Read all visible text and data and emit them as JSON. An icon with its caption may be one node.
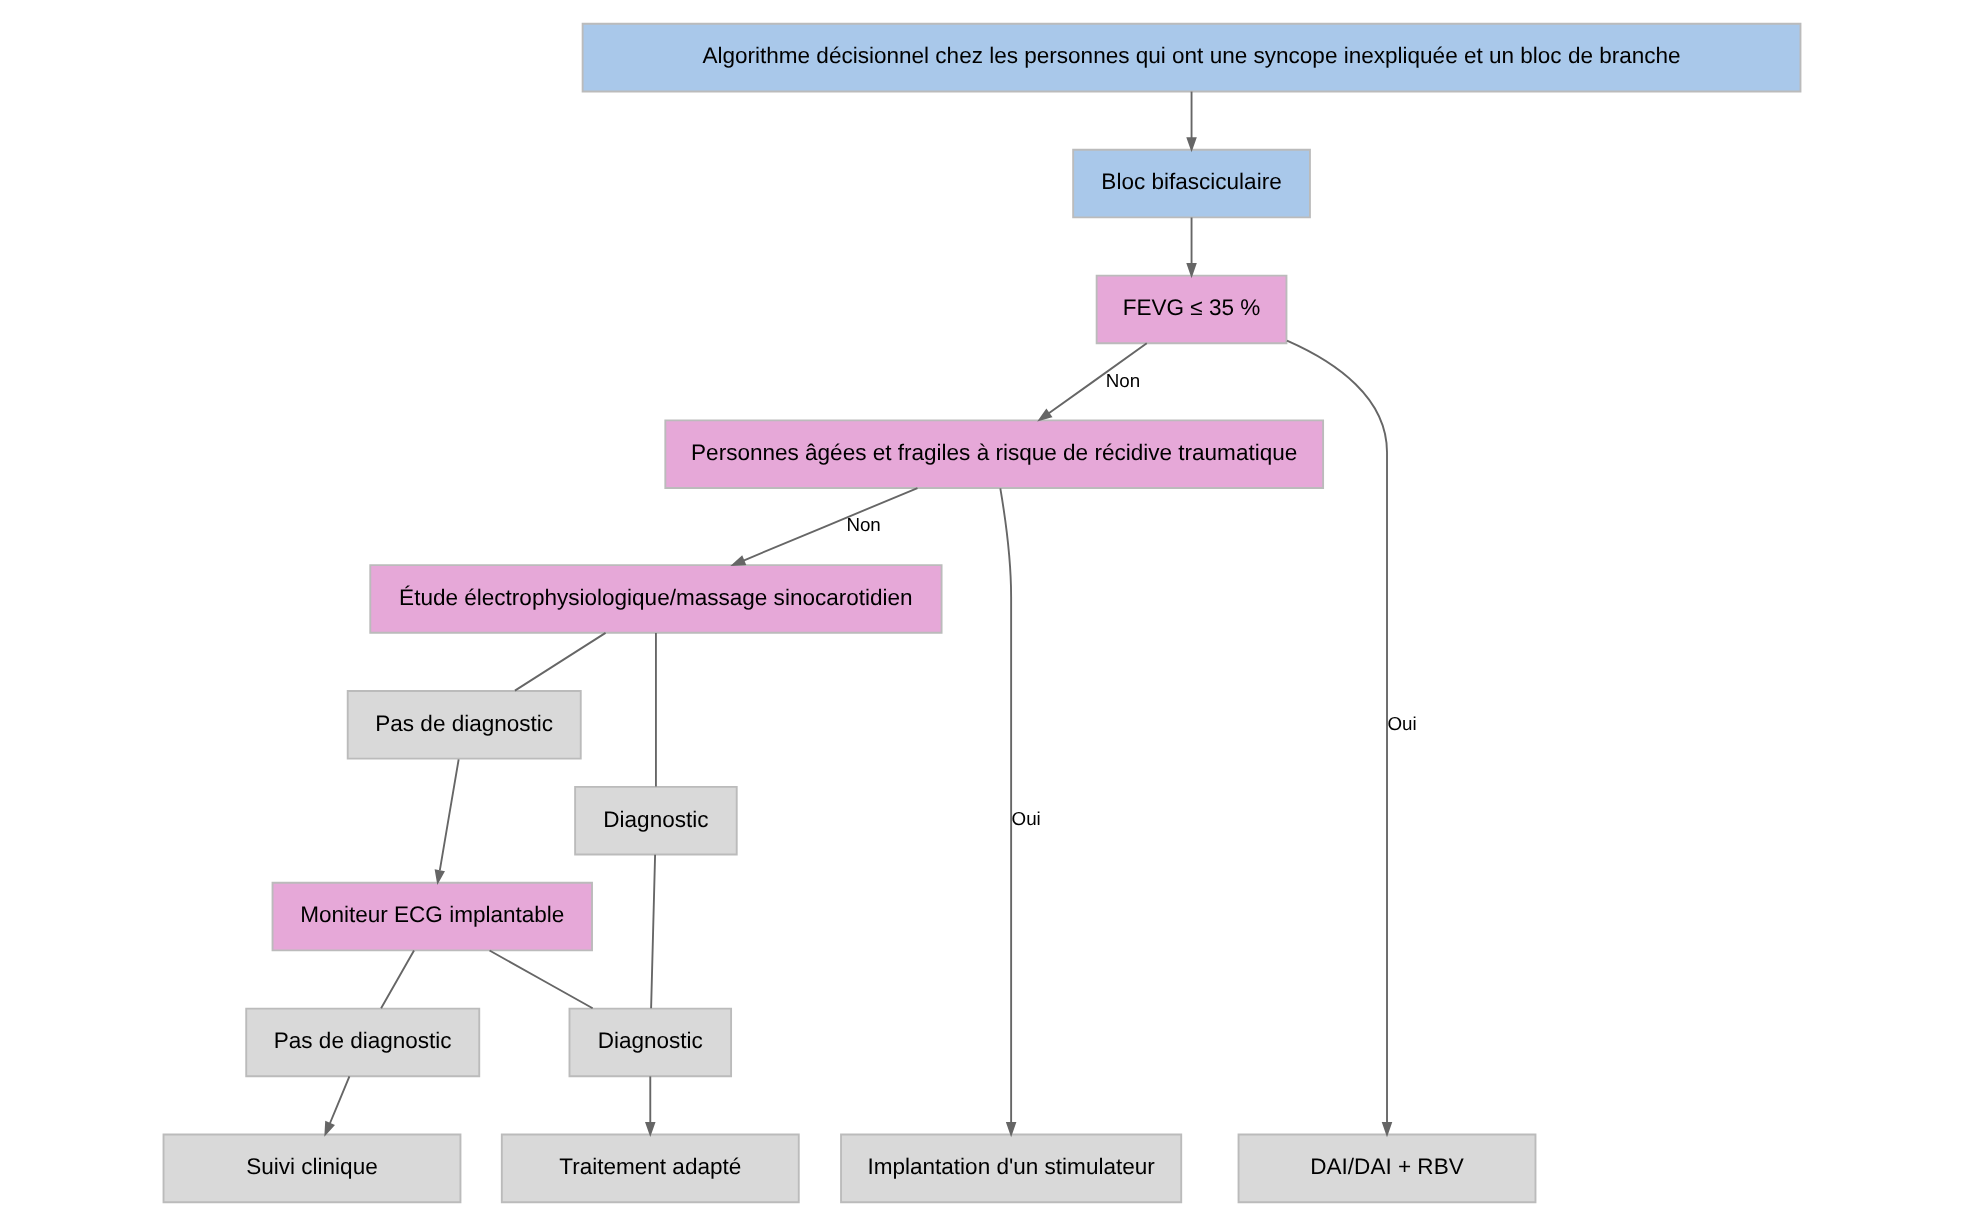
{
  "diagram": {
    "nodes": [
      {
        "text": [
          "Algorithme décisionnel chez les personnes qui ont une syncope inexpliquée et un bloc de branche"
        ]
      },
      {
        "text": [
          "Bloc bifasciculaire"
        ]
      },
      {
        "text": [
          "FEVG ≤ 35 %"
        ]
      },
      {
        "text": [
          "Personnes âgées et fragiles à risque de récidive traumatique"
        ]
      },
      {
        "text": [
          "Étude électrophysiologique/massage sinocarotidien"
        ]
      },
      {
        "text": [
          "Pas de diagnostic"
        ]
      },
      {
        "text": [
          "Diagnostic"
        ]
      },
      {
        "text": [
          "Moniteur ECG implantable"
        ]
      },
      {
        "text": [
          "Pas de diagnostic"
        ]
      },
      {
        "text": [
          "Diagnostic"
        ]
      },
      {
        "text": [
          "DAI/DAI + RBV"
        ]
      },
      {
        "text": [
          "Suivi clinique"
        ]
      },
      {
        "text": [
          "Traitement adapté"
        ]
      },
      {
        "text": [
          "Implantation d'un stimulateur"
        ]
      }
    ],
    "edges": [
      {
        "from": 0,
        "to": 1,
        "arrow": "to"
      },
      {
        "from": 1,
        "to": 2,
        "arrow": "to"
      },
      {
        "from": 2,
        "to": 10,
        "arrow": "to",
        "label": "Oui"
      },
      {
        "from": 2,
        "to": 3,
        "arrow": "to",
        "label": "Non"
      },
      {
        "from": 3,
        "to": 13,
        "arrow": "to",
        "label": "Oui"
      },
      {
        "from": 3,
        "to": 4,
        "arrow": "to",
        "label": "Non"
      },
      {
        "from": 4,
        "to": 5,
        "arrow": "none"
      },
      {
        "from": 4,
        "to": 6,
        "arrow": "none"
      },
      {
        "from": 5,
        "to": 7,
        "arrow": "to"
      },
      {
        "from": 7,
        "to": 8,
        "arrow": "none"
      },
      {
        "from": 7,
        "to": 9,
        "arrow": "none"
      },
      {
        "from": 6,
        "to": 9,
        "arrow": "none"
      },
      {
        "from": 8,
        "to": 11,
        "arrow": "to"
      },
      {
        "from": 9,
        "to": 12,
        "arrow": "to"
      }
    ]
  }
}
